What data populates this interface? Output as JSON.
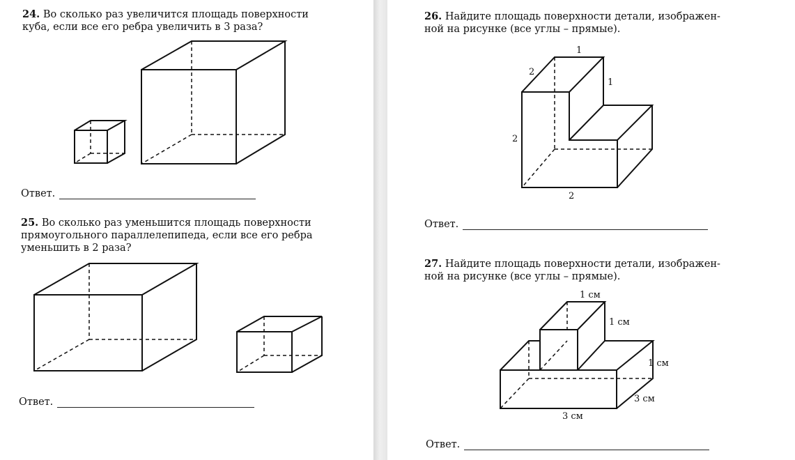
{
  "problems": [
    {
      "number": "24.",
      "text_line1": "Во сколько раз увеличится площадь поверхности",
      "text_line2": "куба,  если все его ребра увеличить в 3 раза?",
      "answer_label": "Ответ."
    },
    {
      "number": "25.",
      "text_line1": "Во сколько раз уменьшится площадь поверхности",
      "text_line2": "прямоугольного параллелепипеда,  если все его ребра",
      "text_line3": "уменьшить в 2 раза?",
      "answer_label": "Ответ."
    },
    {
      "number": "26.",
      "text_line1": "Найдите площадь поверхности детали,  изображен-",
      "text_line2": "ной на рисунке (все углы – прямые).",
      "answer_label": "Ответ.",
      "labels": {
        "top": "1",
        "left_top": "2",
        "right_top": "1",
        "left": "2",
        "bottom": "2"
      }
    },
    {
      "number": "27.",
      "text_line1": "Найдите площадь поверхности детали,  изображен-",
      "text_line2": "ной на рисунке (все углы – прямые).",
      "answer_label": "Ответ.",
      "labels": {
        "top": "1 см",
        "upper_right": "1 см",
        "mid_right": "1 см",
        "depth": "3 см",
        "bottom": "3 см"
      }
    }
  ]
}
